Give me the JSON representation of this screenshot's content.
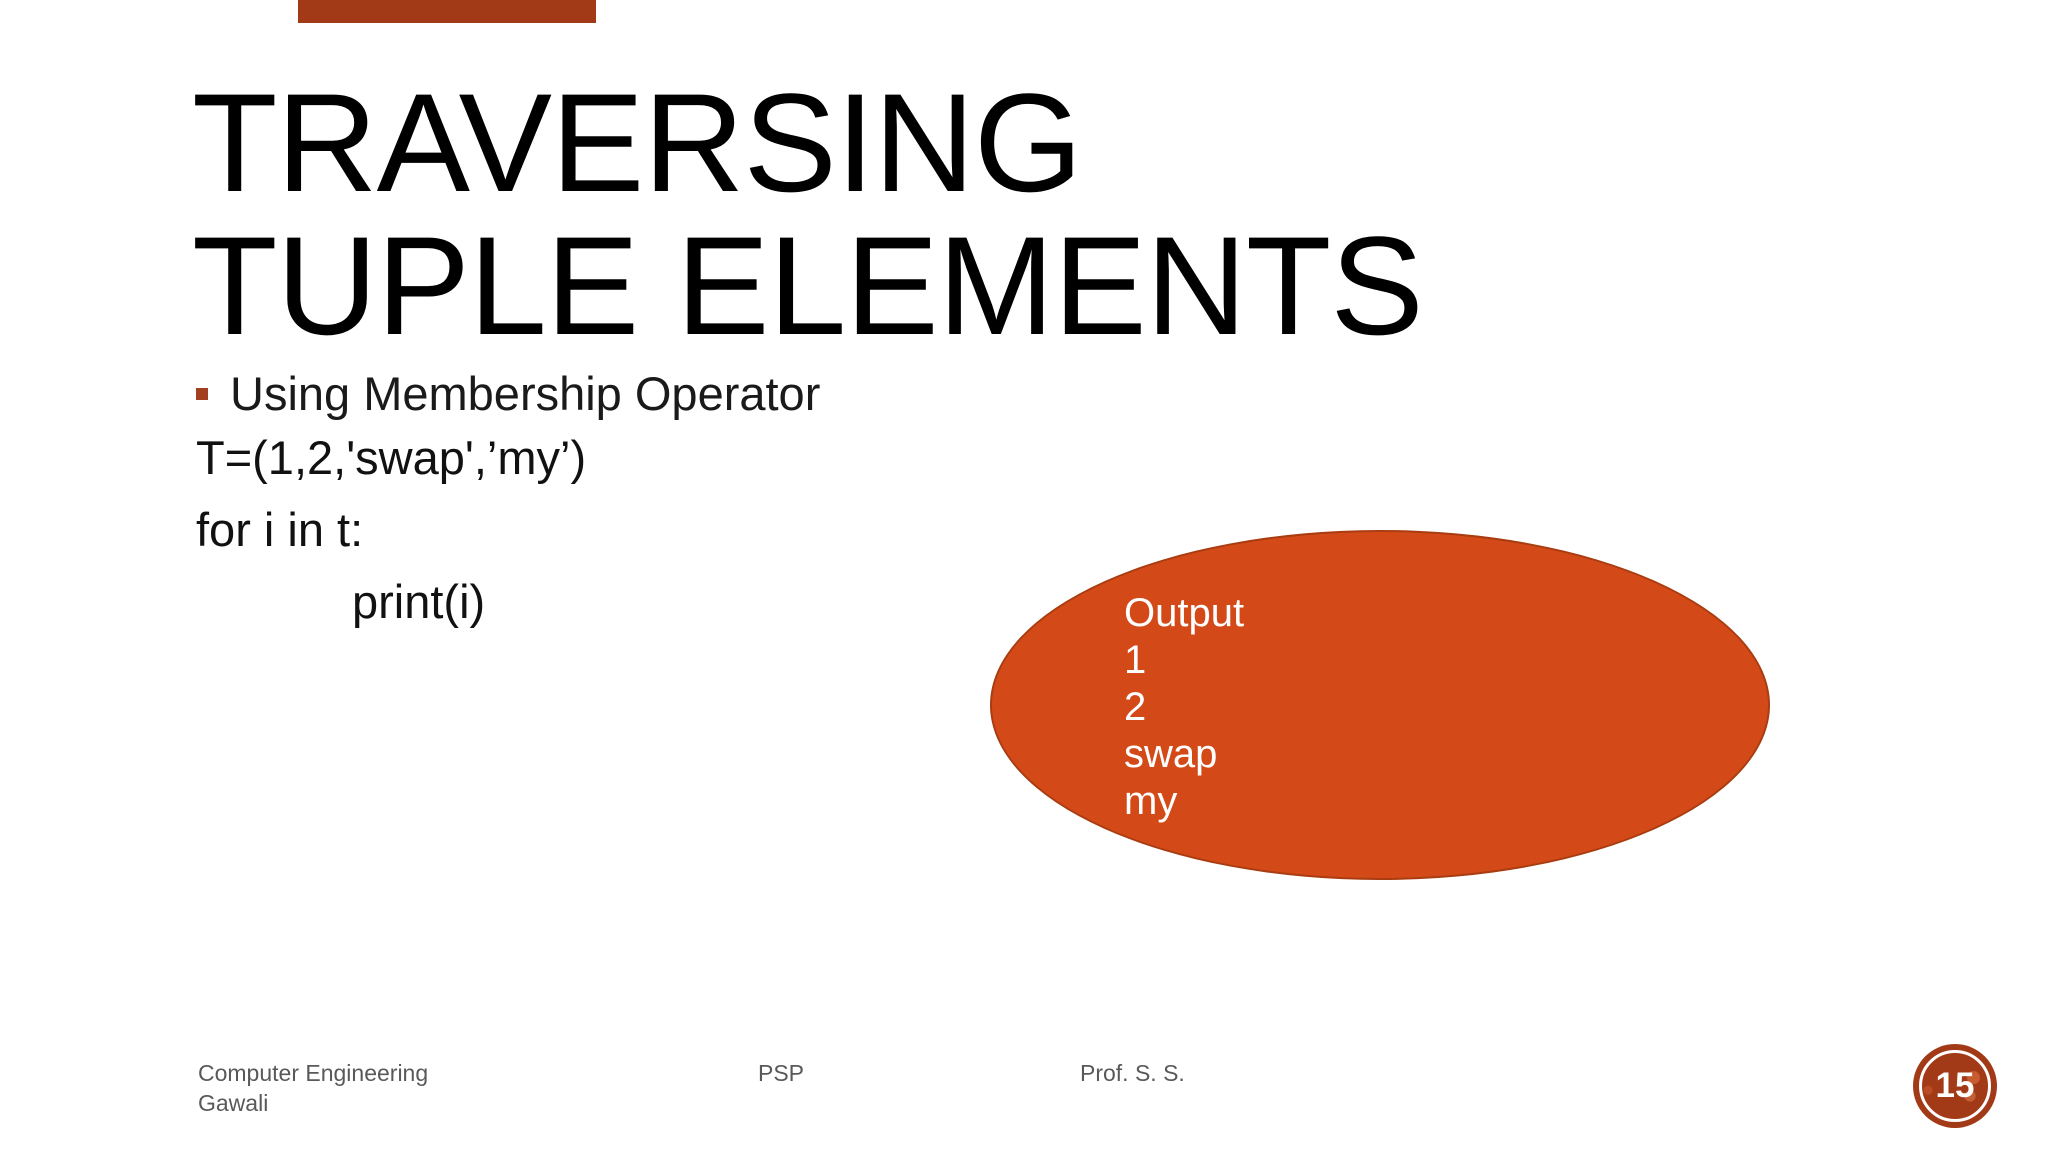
{
  "slide": {
    "title": "TRAVERSING TUPLE ELEMENTS",
    "bullet": "Using Membership Operator",
    "code_lines": [
      "T=(1,2,'swap',’my’)",
      "for i in t:",
      "print(i)"
    ],
    "output": {
      "lines": [
        "Output",
        "1",
        "2",
        "swap",
        "my"
      ]
    },
    "footer": {
      "left": "Computer Engineering Gawali",
      "center": "PSP",
      "right": "Prof. S. S."
    },
    "page_number": "15",
    "colors": {
      "ellipse_fill": "#d34a18",
      "ellipse_border": "#a93c10",
      "accent_bar": "#a23a18",
      "badge_fill": "#a23a18",
      "bullet_square": "#a23f1e",
      "footer_text": "#595959",
      "title_text": "#000000",
      "output_text": "#ffffff",
      "background": "#ffffff"
    }
  }
}
